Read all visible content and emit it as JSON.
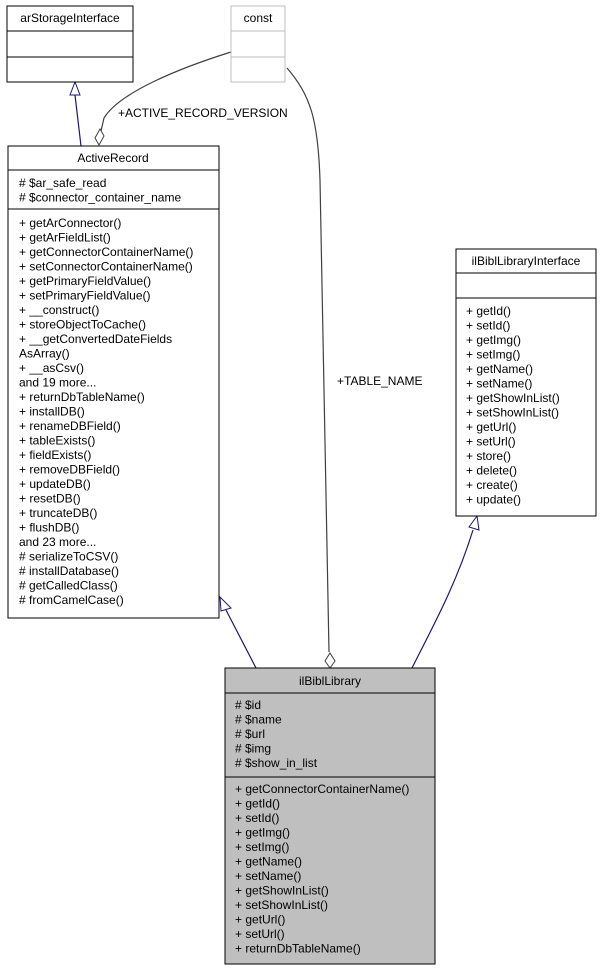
{
  "colors": {
    "class_fill": "#ffffff",
    "highlight_fill": "#bfbfbf",
    "const_border": "#bfbfbf",
    "inherit_edge": "#191970",
    "assoc_edge": "#404040"
  },
  "classes": {
    "ar_storage_interface": {
      "title": "arStorageInterface",
      "attributes": [],
      "methods": []
    },
    "const_type": {
      "title": "const",
      "attributes": [],
      "methods": []
    },
    "active_record": {
      "title": "ActiveRecord",
      "attributes": [
        "# $ar_safe_read",
        "# $connector_container_name"
      ],
      "methods": [
        "+ getArConnector()",
        "+ getArFieldList()",
        "+ getConnectorContainerName()",
        "+ setConnectorContainerName()",
        "+ getPrimaryFieldValue()",
        "+ setPrimaryFieldValue()",
        "+ __construct()",
        "+ storeObjectToCache()",
        "+ __getConvertedDateFields",
        "AsArray()",
        "+ __asCsv()",
        "and 19 more...",
        "+ returnDbTableName()",
        "+ installDB()",
        "+ renameDBField()",
        "+ tableExists()",
        "+ fieldExists()",
        "+ removeDBField()",
        "+ updateDB()",
        "+ resetDB()",
        "+ truncateDB()",
        "+ flushDB()",
        "and 23 more...",
        "# serializeToCSV()",
        "# installDatabase()",
        "# getCalledClass()",
        "# fromCamelCase()"
      ]
    },
    "ilbibl_library_interface": {
      "title": "ilBiblLibraryInterface",
      "attributes": [],
      "methods": [
        "+ getId()",
        "+ setId()",
        "+ getImg()",
        "+ setImg()",
        "+ getName()",
        "+ setName()",
        "+ getShowInList()",
        "+ setShowInList()",
        "+ getUrl()",
        "+ setUrl()",
        "+ store()",
        "+ delete()",
        "+ create()",
        "+ update()"
      ]
    },
    "ilbibl_library": {
      "title": "ilBiblLibrary",
      "attributes": [
        "# $id",
        "# $name",
        "# $url",
        "# $img",
        "# $show_in_list"
      ],
      "methods": [
        "+ getConnectorContainerName()",
        "+ getId()",
        "+ setId()",
        "+ getImg()",
        "+ setImg()",
        "+ getName()",
        "+ setName()",
        "+ getShowInList()",
        "+ setShowInList()",
        "+ getUrl()",
        "+ setUrl()",
        "+ returnDbTableName()"
      ]
    }
  },
  "edge_labels": {
    "active_record_version": "+ACTIVE_RECORD_VERSION",
    "table_name": "+TABLE_NAME"
  }
}
